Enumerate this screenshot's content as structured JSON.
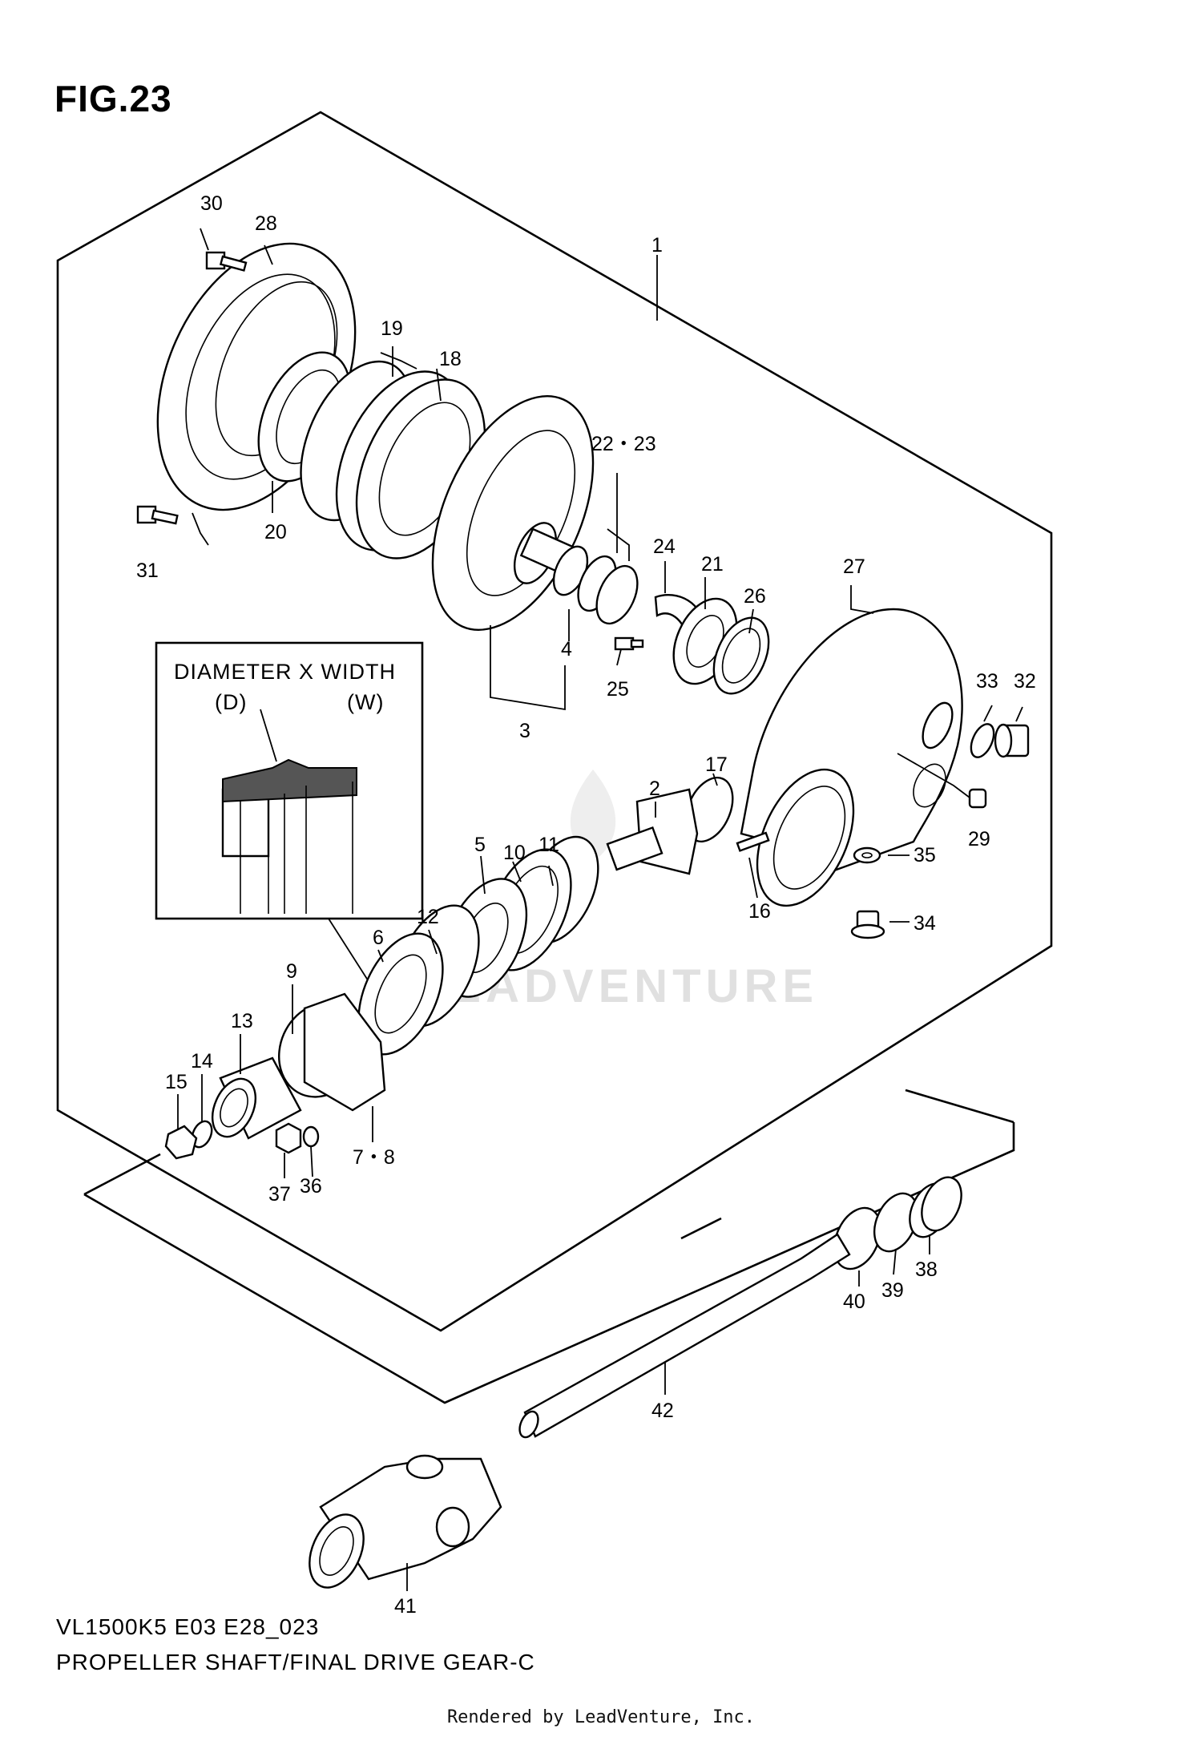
{
  "figure": {
    "title": "FIG.23",
    "model_code": "VL1500K5 E03 E28_023",
    "description": "PROPELLER SHAFT/FINAL DRIVE GEAR-C",
    "credit": "Rendered by LeadVenture, Inc.",
    "watermark": "LEADVENTURE"
  },
  "inset": {
    "heading": "DIAMETER X WIDTH",
    "label_d": "(D)",
    "label_w": "(W)"
  },
  "callouts": {
    "c1": "1",
    "c2": "2",
    "c3": "3",
    "c4": "4",
    "c5": "5",
    "c6": "6",
    "c78": "7・8",
    "c9": "9",
    "c10": "10",
    "c11": "11",
    "c12": "12",
    "c13": "13",
    "c14": "14",
    "c15": "15",
    "c16": "16",
    "c17": "17",
    "c18": "18",
    "c19": "19",
    "c20": "20",
    "c21": "21",
    "c2223": "22・23",
    "c24": "24",
    "c25": "25",
    "c26": "26",
    "c27": "27",
    "c28": "28",
    "c29": "29",
    "c30": "30",
    "c31": "31",
    "c32": "32",
    "c33": "33",
    "c34": "34",
    "c35": "35",
    "c36": "36",
    "c37": "37",
    "c38": "38",
    "c39": "39",
    "c40": "40",
    "c41": "41",
    "c42": "42"
  }
}
